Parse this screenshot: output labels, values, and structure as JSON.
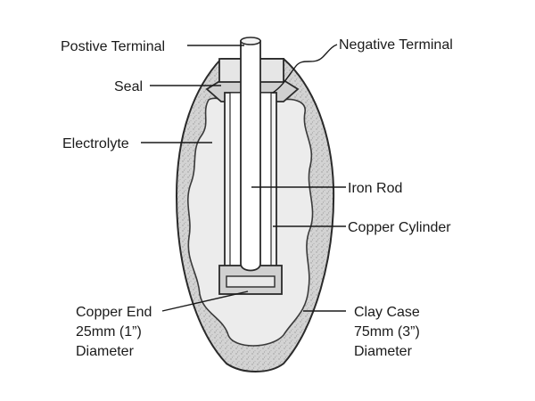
{
  "labels": {
    "positive_terminal": "Postive Terminal",
    "negative_terminal": "Negative Terminal",
    "seal": "Seal",
    "electrolyte": "Electrolyte",
    "iron_rod": "Iron Rod",
    "copper_cylinder": "Copper Cylinder",
    "copper_end": [
      "Copper End",
      "25mm (1”)",
      "Diameter"
    ],
    "clay_case": [
      "Clay Case",
      "75mm (3”)",
      "Diameter"
    ]
  },
  "colors": {
    "clay_case_fill": "#d6d6d6",
    "electrolyte_fill": "#eeeeee",
    "metal_fill": "#ffffff",
    "line": "#1a1a1a"
  }
}
